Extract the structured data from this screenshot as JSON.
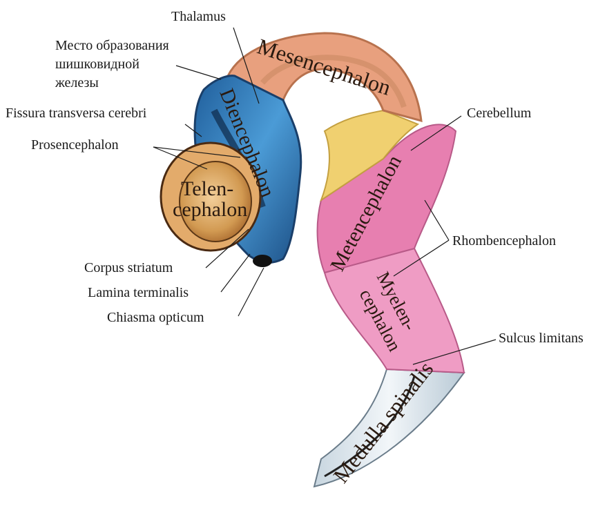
{
  "labels": {
    "thalamus": "Thalamus",
    "pineal_line1": "Место образования",
    "pineal_line2": "шишковидной",
    "pineal_line3": "железы",
    "fissura": "Fissura transversa cerebri",
    "prosencephalon": "Prosencephalon",
    "corpus_striatum": "Corpus striatum",
    "lamina_terminalis": "Lamina terminalis",
    "chiasma_opticum": "Chiasma opticum",
    "cerebellum": "Cerebellum",
    "rhombencephalon": "Rhombencephalon",
    "sulcus_limitans": "Sulcus limitans"
  },
  "regions": {
    "mesencephalon": "Mesencephalon",
    "diencephalon": "Diencephalon",
    "telen_line1": "Telen-",
    "telen_line2": "cephalon",
    "metencephalon": "Metencephalon",
    "myelen_line1": "Myelen-",
    "myelen_line2": "cephalon",
    "medulla_spinalis": "Medulla spinalis"
  },
  "colors": {
    "diencephalon": "#2f7fc4",
    "mesencephalon": "#e8a07e",
    "telencephalon": "#d9a15a",
    "isthmus": "#f0d070",
    "metencephalon": "#e77fb0",
    "myelencephalon": "#ef9cc4",
    "medulla": "#dbe6ee"
  }
}
